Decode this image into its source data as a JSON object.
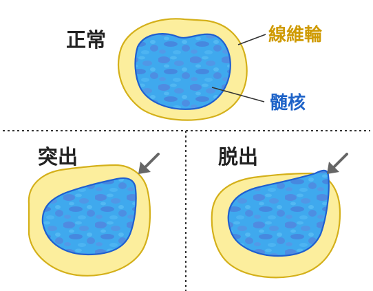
{
  "labels": {
    "normal": "正常",
    "protrusion": "突出",
    "extrusion": "脱出",
    "annulus": "線維輪",
    "nucleus": "髄核"
  },
  "colors": {
    "annulus_fill": "#FCEE9D",
    "annulus_stroke": "#D4B01A",
    "nucleus_fill": "#3FA9EE",
    "nucleus_stroke": "#1F5FD0",
    "nucleus_texture": "#5C73D6",
    "annulus_label": "#CF9A00",
    "nucleus_label": "#1E63C8",
    "arrow": "#666666",
    "divider": "#333333"
  },
  "icons": [
    "pointer-arrow-icon",
    "pointer-arrow-icon"
  ]
}
